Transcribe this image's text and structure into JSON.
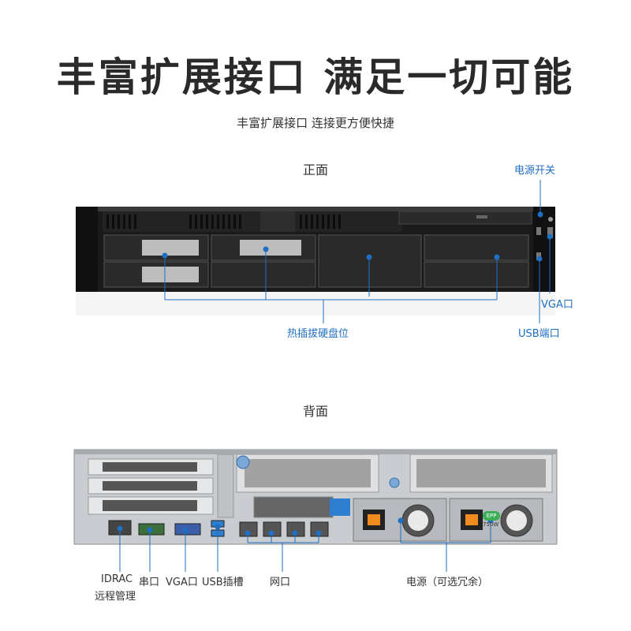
{
  "header": {
    "title": "丰富扩展接口 满足一切可能",
    "subtitle": "丰富扩展接口 连接更方便快捷"
  },
  "front": {
    "section_title": "正面",
    "callouts": {
      "power_switch": "电源开关",
      "vga": "VGA口",
      "usb": "USB端口",
      "hot_swap_bays": "热插拔硬盘位"
    }
  },
  "back": {
    "section_title": "背面",
    "callouts": {
      "idrac_line1": "IDRAC",
      "idrac_line2": "远程管理",
      "serial": "串口",
      "vga": "VGA口",
      "usb_slot": "USB插槽",
      "network": "网口",
      "power_supply": "电源（可选冗余）"
    },
    "psu_badge_brand": "EPP",
    "psu_badge_watt": "750W"
  },
  "colors": {
    "callout_line": "#1f6fc4",
    "chassis_dark": "#1b1b1b",
    "chassis_silver": "#c9ccd0"
  }
}
